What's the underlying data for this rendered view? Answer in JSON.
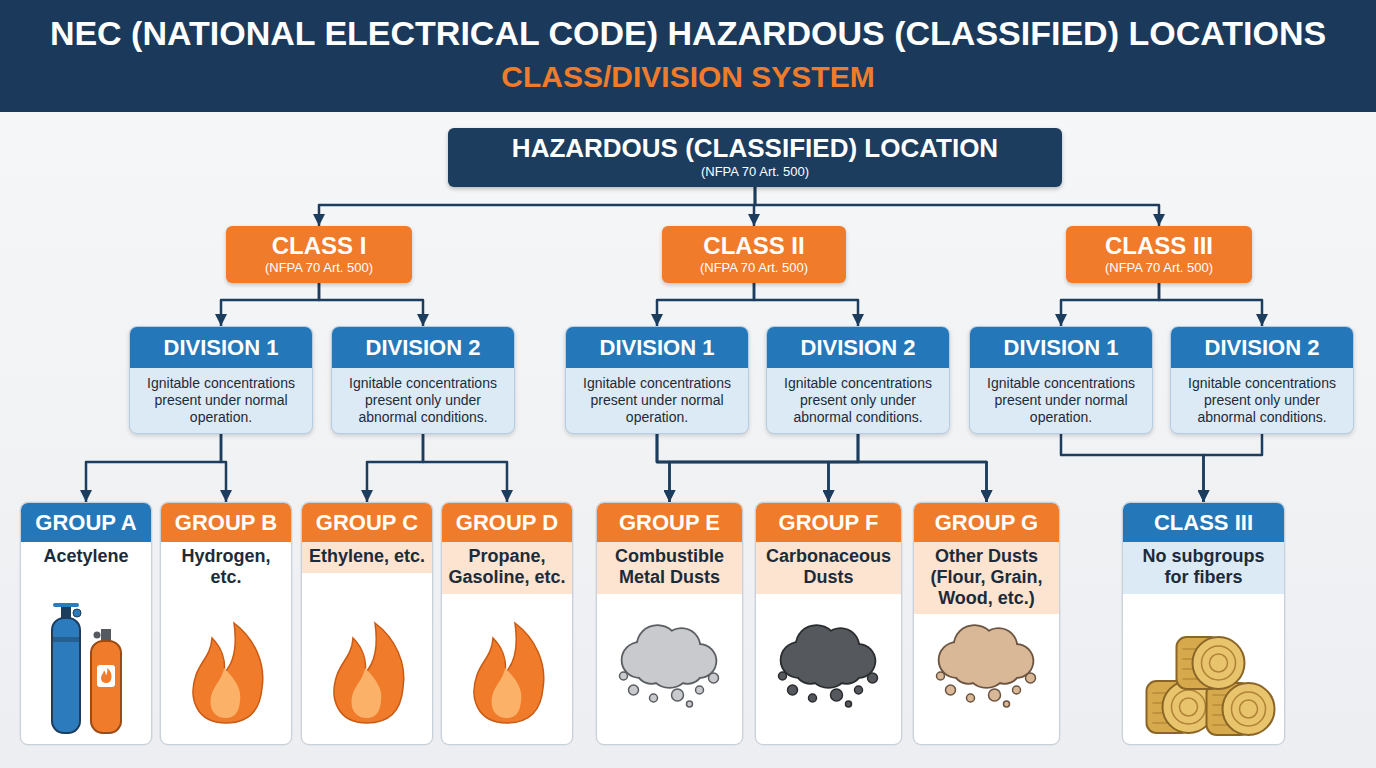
{
  "diagram": {
    "title": "NEC (NATIONAL ELECTRICAL CODE) HAZARDOUS (CLASSIFIED) LOCATIONS",
    "nodes": [
      {
        "text": [
          "HAZARDOUS (CLASSIFIED) LOCATION",
          "(NFPA 70 Art. 500)"
        ]
      },
      {
        "text": [
          "CLASS I",
          "(NFPA 70 Art. 500)"
        ]
      },
      {
        "text": [
          "CLASS II",
          "(NFPA 70 Art. 500)"
        ]
      },
      {
        "text": [
          "CLASS III",
          "(NFPA 70 Art. 500)"
        ]
      },
      {
        "text": [
          "DIVISION 1",
          "Ignitable concentrations present under normal operation."
        ]
      },
      {
        "text": [
          "DIVISION 2",
          "Ignitable concentrations present only under abnormal conditions."
        ]
      },
      {
        "text": [
          "DIVISION 1",
          "Ignitable concentrations present under normal operation."
        ]
      },
      {
        "text": [
          "DIVISION 2",
          "Ignitable concentrations present only under abnormal conditions."
        ]
      },
      {
        "text": [
          "DIVISION 1",
          "Ignitable concentrations present under normal operation."
        ]
      },
      {
        "text": [
          "DIVISION 2",
          "Ignitable concentrations present only under abnormal conditions."
        ]
      },
      {
        "text": [
          "GROUP A",
          "Acetylene"
        ]
      },
      {
        "text": [
          "GROUP B",
          "Hydrogen, etc."
        ]
      },
      {
        "text": [
          "GROUP C",
          "Ethylene, etc."
        ]
      },
      {
        "text": [
          "GROUP D",
          "Propane, Gasoline, etc."
        ]
      },
      {
        "text": [
          "GROUP E",
          "Combustible Metal Dusts"
        ]
      },
      {
        "text": [
          "GROUP F",
          "Carbonaceous Dusts"
        ]
      },
      {
        "text": [
          "GROUP G",
          "Other Dusts (Flour, Grain, Wood, etc.)"
        ]
      },
      {
        "text": [
          "CLASS III",
          "No subgroups for fibers"
        ]
      }
    ],
    "edges": [
      {
        "from": 0,
        "to": 1,
        "arrow": "to"
      },
      {
        "from": 0,
        "to": 2,
        "arrow": "to"
      },
      {
        "from": 0,
        "to": 3,
        "arrow": "to"
      },
      {
        "from": 1,
        "to": 4,
        "arrow": "to"
      },
      {
        "from": 1,
        "to": 5,
        "arrow": "to"
      },
      {
        "from": 2,
        "to": 6,
        "arrow": "to"
      },
      {
        "from": 2,
        "to": 7,
        "arrow": "to"
      },
      {
        "from": 3,
        "to": 8,
        "arrow": "to"
      },
      {
        "from": 3,
        "to": 9,
        "arrow": "to"
      },
      {
        "from": 4,
        "to": 10,
        "arrow": "to"
      },
      {
        "from": 4,
        "to": 11,
        "arrow": "to"
      },
      {
        "from": 5,
        "to": 12,
        "arrow": "to"
      },
      {
        "from": 5,
        "to": 13,
        "arrow": "to"
      },
      {
        "from": 6,
        "to": 14,
        "arrow": "to"
      },
      {
        "from": 6,
        "to": 15,
        "arrow": "to"
      },
      {
        "from": 6,
        "to": 16,
        "arrow": "to"
      },
      {
        "from": 7,
        "to": 14,
        "arrow": "to"
      },
      {
        "from": 7,
        "to": 15,
        "arrow": "to"
      },
      {
        "from": 7,
        "to": 16,
        "arrow": "to"
      },
      {
        "from": 8,
        "to": 17,
        "arrow": "to"
      },
      {
        "from": 9,
        "to": 17,
        "arrow": "to"
      }
    ],
    "labels": [
      "CLASS/DIVISION SYSTEM"
    ]
  }
}
